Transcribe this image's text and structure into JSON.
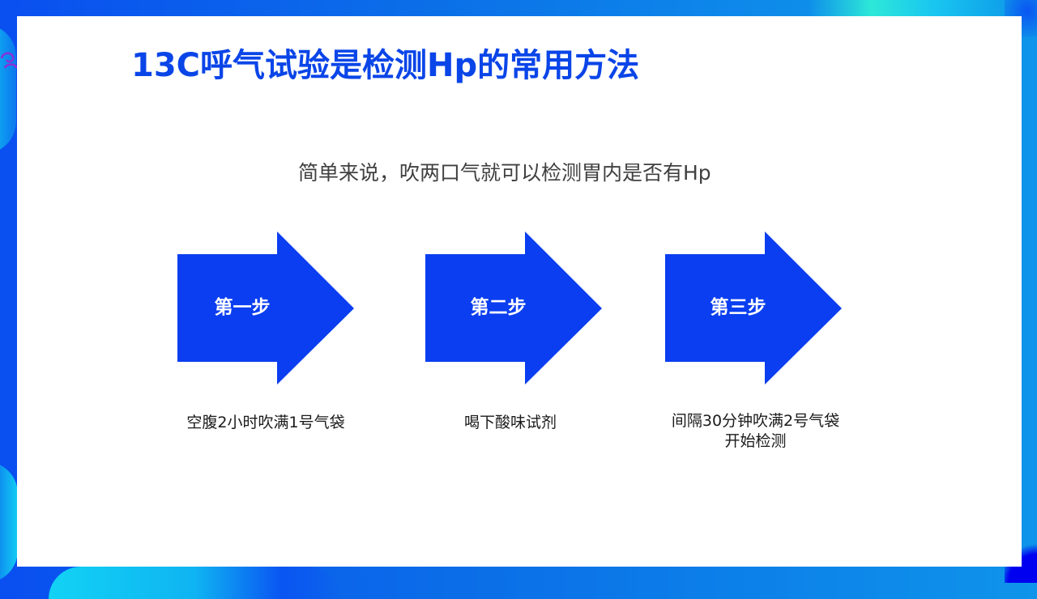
{
  "slide": {
    "title": "13C呼气试验是检测Hp的常用方法",
    "subtitle": "简单来说，吹两口气就可以检测胃内是否有Hp",
    "colors": {
      "title": "#0a45e8",
      "arrow_fill": "#0a3ef0",
      "subtitle": "#404040",
      "background_blue": "#0a4ff0",
      "accent_cyan": "#2de8d8"
    },
    "steps": [
      {
        "label": "第一步",
        "description": "空腹2小时吹满1号气袋",
        "icon": "right-arrow-icon"
      },
      {
        "label": "第二步",
        "description": "喝下酸味试剂",
        "icon": "right-arrow-icon"
      },
      {
        "label": "第三步",
        "description": "间隔30分钟吹满2号气袋开始检测",
        "icon": "right-arrow-icon"
      }
    ]
  }
}
